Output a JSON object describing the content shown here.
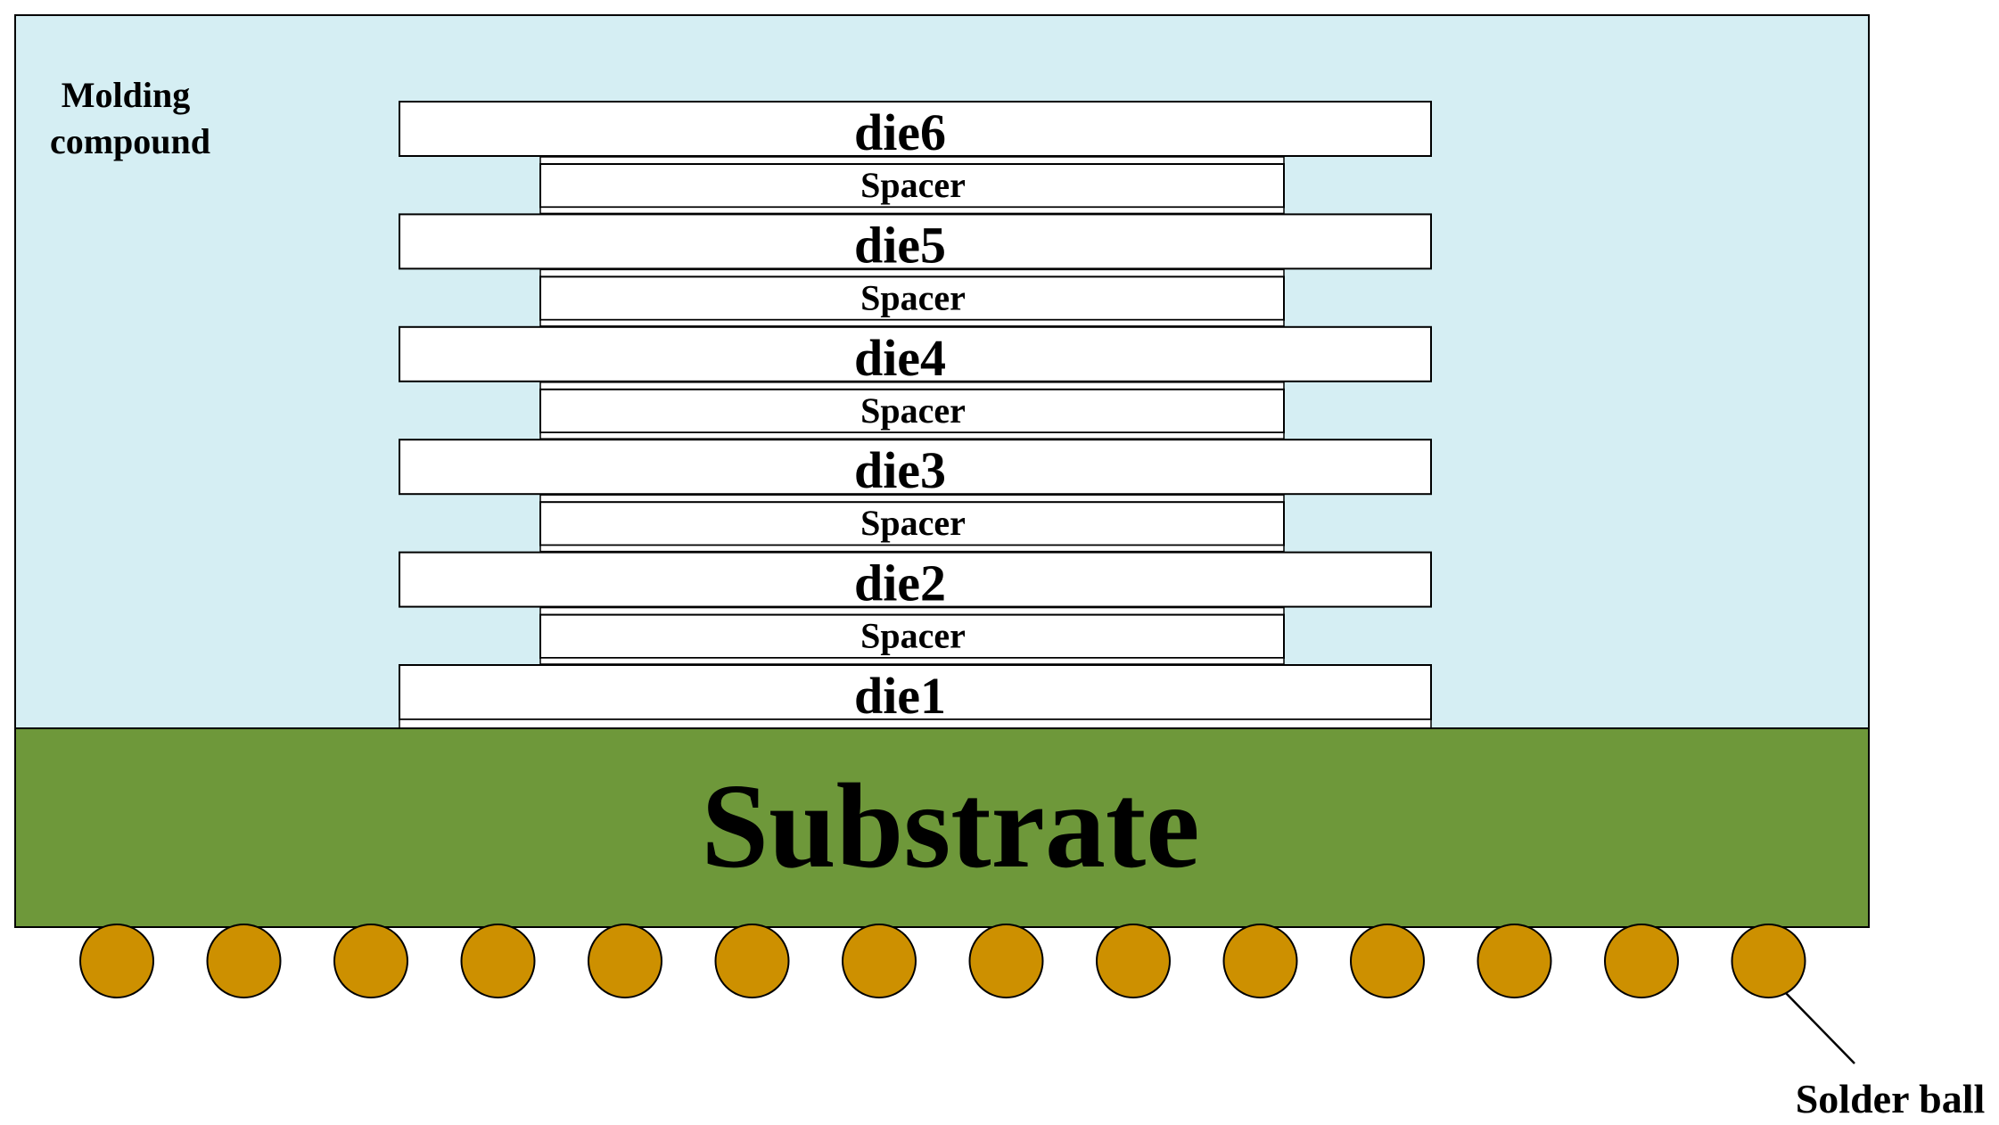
{
  "labels": {
    "molding": [
      "Molding",
      "compound"
    ],
    "substrate": "Substrate",
    "solder_ball": "Solder ball",
    "spacer": "Spacer"
  },
  "dies": [
    "die6",
    "die5",
    "die4",
    "die3",
    "die2",
    "die1"
  ],
  "spacer_count": 5,
  "solder_ball_count": 14,
  "colors": {
    "molding": "#d5eef3",
    "substrate": "#6e983a",
    "solder_ball": "#cd9000",
    "die": "#ffffff",
    "spacer": "#ffffff",
    "outline": "#000000"
  }
}
